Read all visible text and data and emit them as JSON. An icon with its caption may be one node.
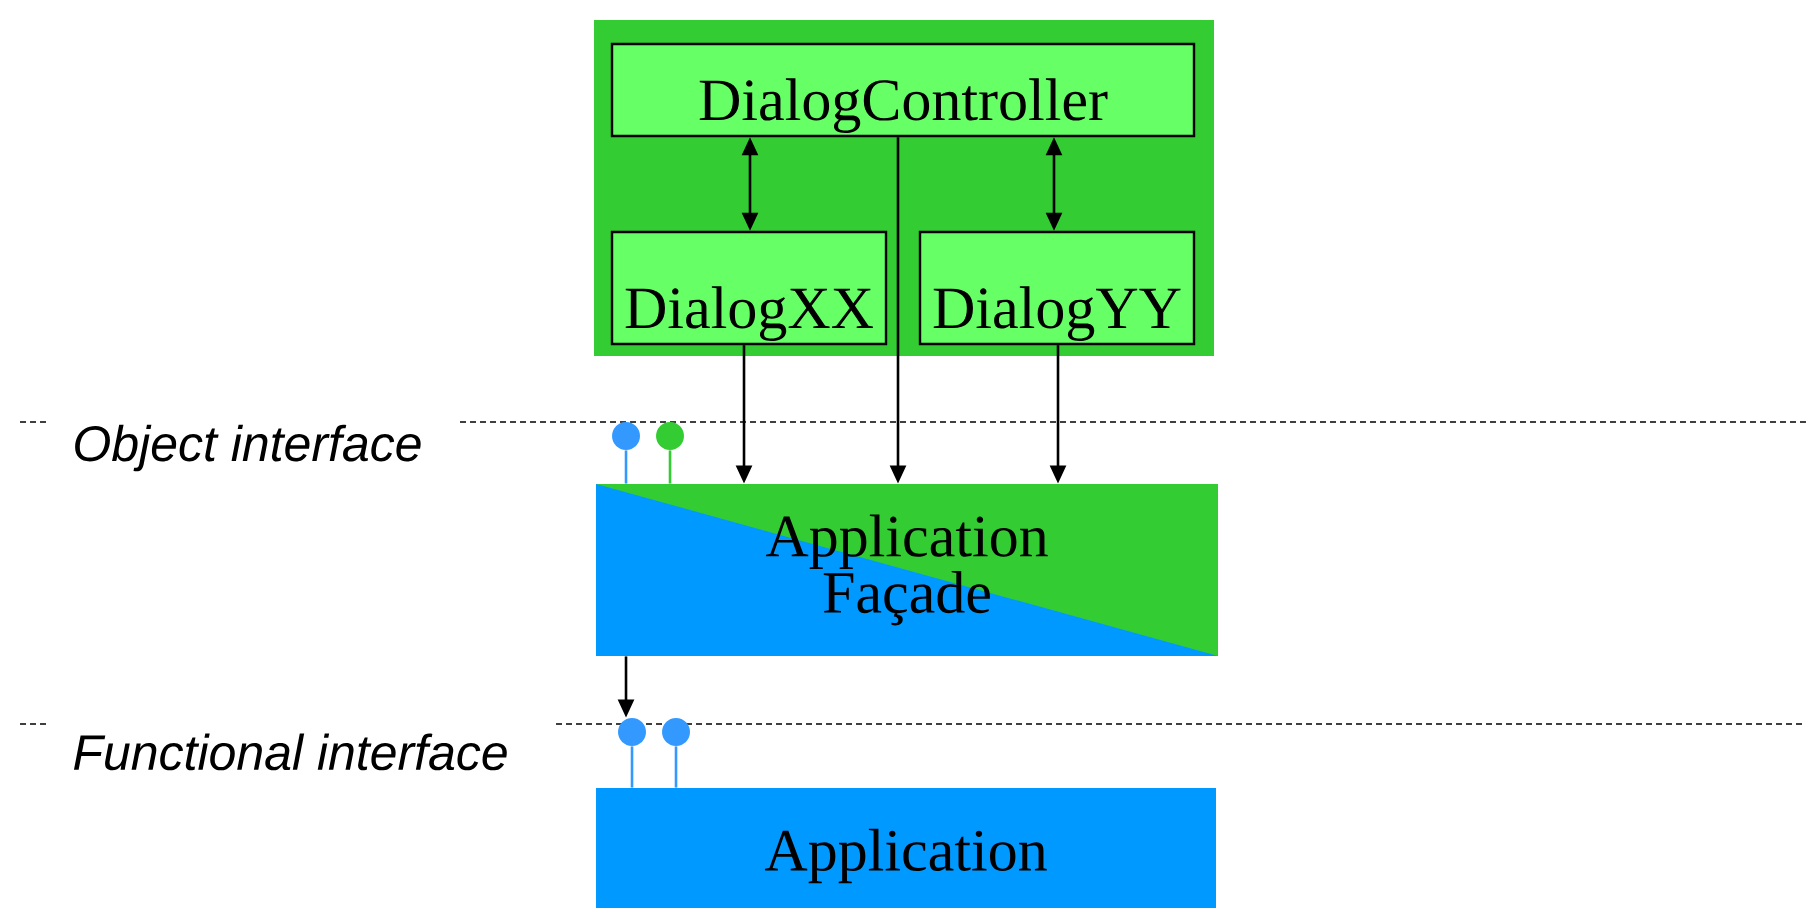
{
  "diagram": {
    "nodes": [
      {
        "text": [],
        "shape": "box"
      },
      {
        "text": [
          "DialogController"
        ],
        "in": 0
      },
      {
        "text": [
          "DialogXX"
        ],
        "in": 0
      },
      {
        "text": [
          "DialogYY"
        ],
        "in": 0
      },
      {
        "text": [
          "Application Façade"
        ]
      },
      {
        "text": [
          "Application"
        ]
      },
      {
        "text": [],
        "shape": "circle"
      },
      {
        "text": [],
        "shape": "circle"
      },
      {
        "text": [],
        "shape": "circle"
      },
      {
        "text": [],
        "shape": "circle"
      }
    ],
    "edges": [
      {
        "from": 2,
        "to": 1,
        "arrow": "both"
      },
      {
        "from": 3,
        "to": 1,
        "arrow": "both"
      },
      {
        "from": 2,
        "to": 4,
        "arrow": "to"
      },
      {
        "from": 1,
        "to": 4,
        "arrow": "to"
      },
      {
        "from": 3,
        "to": 4,
        "arrow": "to"
      },
      {
        "from": 4,
        "to": 8,
        "arrow": "to"
      },
      {
        "from": 4,
        "to": 6,
        "arrow": "none",
        "color": "#3399ff"
      },
      {
        "from": 4,
        "to": 7,
        "arrow": "none",
        "color": "#33cc33"
      },
      {
        "from": 5,
        "to": 8,
        "arrow": "none",
        "color": "#3399ff"
      },
      {
        "from": 5,
        "to": 9,
        "arrow": "none",
        "color": "#3399ff"
      }
    ],
    "labels": [
      "Object interface",
      "Functional interface"
    ]
  }
}
